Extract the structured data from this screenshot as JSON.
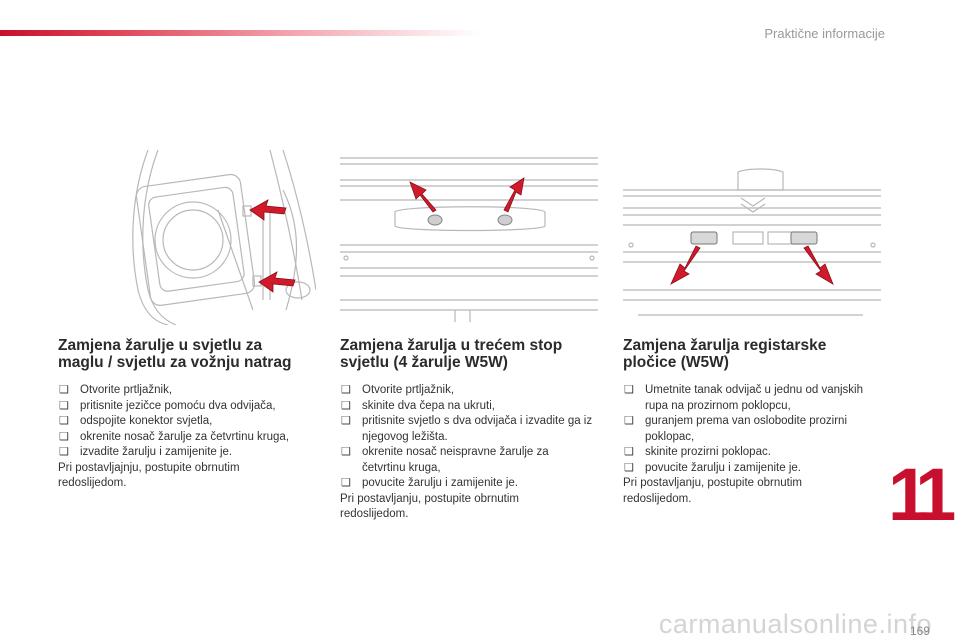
{
  "header": {
    "section_title": "Praktične informacije"
  },
  "colors": {
    "accent": "#c8102e",
    "arrow": "#d11a2a"
  },
  "chapter_number": "11",
  "page_number": "169",
  "watermark": "carmanualsonline.info",
  "columns": [
    {
      "illustration": "rear-fog-light-housing-with-two-arrows",
      "title_line1": "Zamjena žarulje u svjetlu za",
      "title_line2": "maglu / svjetlu za vožnju natrag",
      "steps": [
        "Otvorite prtljažnik,",
        "pritisnite jezičce pomoću dva odvijača,",
        "odspojite konektor svjetla,",
        "okrenite nosač žarulje za četvrtinu kruga,",
        "izvadite žarulju i zamijenite je."
      ],
      "note_line1": "Pri postavljajnju, postupite obrnutim",
      "note_line2": "redoslijedom."
    },
    {
      "illustration": "third-brake-light-with-two-arrows",
      "title_line1": "Zamjena žarulja u trećem stop",
      "title_line2": "svjetlu (4 žarulje W5W)",
      "steps": [
        "Otvorite prtljažnik,",
        "skinite dva čepa na ukruti,",
        "pritisnite svjetlo s dva odvijača i izvadite ga iz njegovog ležišta.",
        "okrenite nosač neispravne žarulje za četvrtinu kruga,",
        "povucite žarulju i zamijenite je."
      ],
      "note_line1": "Pri postavljanju, postupite obrnutim",
      "note_line2": "redoslijedom."
    },
    {
      "illustration": "number-plate-lamps-with-two-arrows",
      "title_line1": "Zamjena žarulja registarske",
      "title_line2": "pločice (W5W)",
      "steps": [
        "Umetnite tanak odvijač u jednu od vanjskih rupa na prozirnom poklopcu,",
        "guranjem prema van oslobodite prozirni poklopac,",
        "skinite prozirni poklopac.",
        "povucite žarulju i zamijenite je."
      ],
      "note_line1": "Pri postavljanju, postupite obrnutim",
      "note_line2": "redoslijedom."
    }
  ]
}
